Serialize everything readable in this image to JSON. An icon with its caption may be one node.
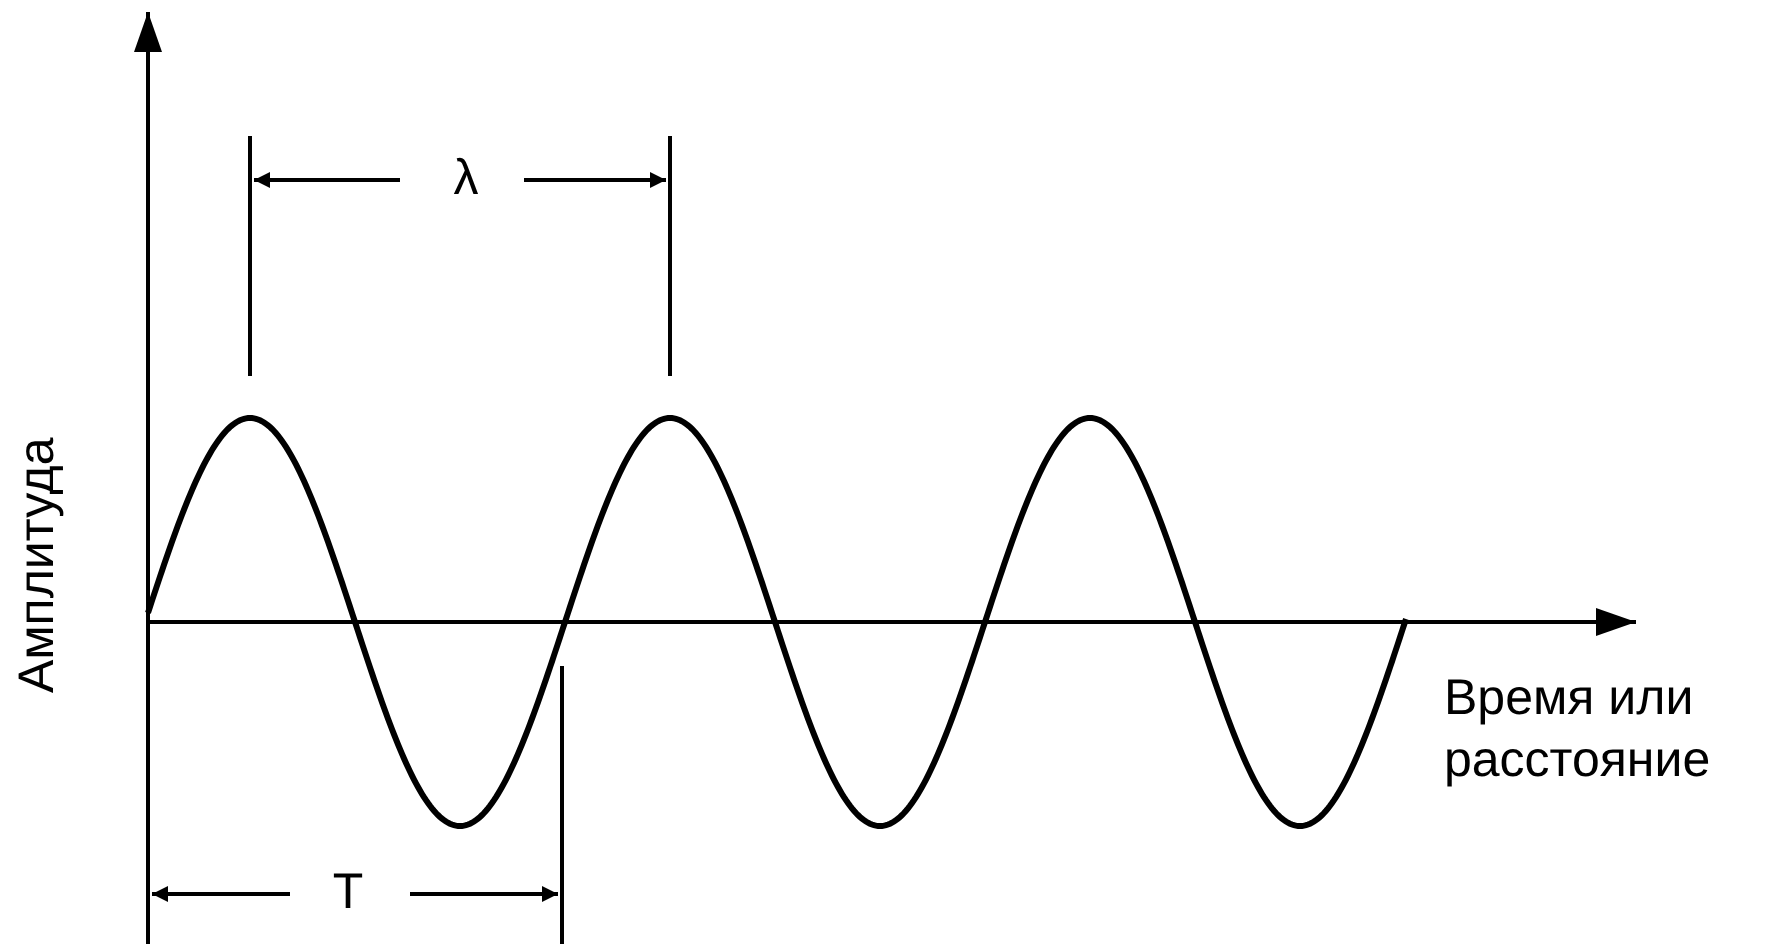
{
  "diagram": {
    "labels": [
      "λ",
      "Амплитуда",
      "Время или расстояние",
      "T"
    ]
  }
}
